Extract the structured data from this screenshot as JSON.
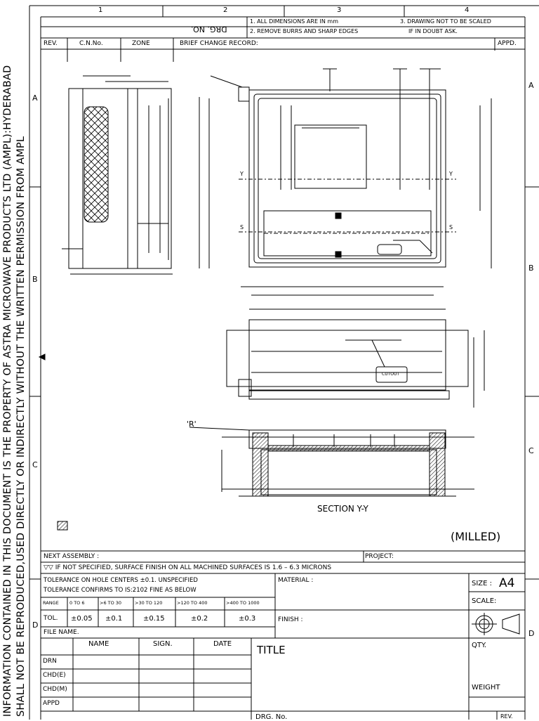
{
  "side_notice": {
    "line1": "INFORMATION CONTAINED IN THIS DOCUMENT IS THE PROPERTY OF ASTRA MICROWAVE PRODUCTS LTD (AMPL):HYDERABAD",
    "line2": "SHALL NOT BE REPRODUCED,USED DIRECTLY OR INDIRECTLY WITHOUT THE WRITTEN PERMISSION FROM AMPL"
  },
  "zones": {
    "columns": [
      "1",
      "2",
      "3",
      "4"
    ],
    "rows": [
      "A",
      "B",
      "C",
      "D"
    ]
  },
  "header": {
    "drg_no_inverted": "DRG. NO.",
    "note1": "1. ALL DIMENSIONS ARE IN mm",
    "note2": "2. REMOVE BURRS AND SHARP EDGES",
    "note3": "3. DRAWING NOT TO BE SCALED",
    "note3b": "IF IN DOUBT ASK.",
    "rev": "REV.",
    "cn_no": "C.N.No.",
    "zone": "ZONE",
    "brief_change": "BRIEF CHANGE RECORD:",
    "appd": "APPD."
  },
  "drawing": {
    "r_label": "'R'",
    "cutout_label": "CUTOUT",
    "section_label": "SECTION Y-Y",
    "milled_label": "(MILLED)",
    "y_marker": "Y",
    "s_marker": "S"
  },
  "title_block": {
    "next_assembly": "NEXT ASSEMBLY :",
    "project": "PROJECT:",
    "surface_note": "▽▽ IF NOT SPECIFIED, SURFACE FINISH ON ALL MACHINED SURFACES IS 1.6 – 6.3 MICRONS",
    "tol_line1": "TOLERANCE ON HOLE CENTERS ±0.1. UNSPECIFIED",
    "tol_line2": "TOLERANCE CONFIRMS TO IS:2102 FINE AS BELOW",
    "range_label": "RANGE",
    "ranges": [
      "0 TO 6",
      ">6 TO 30",
      ">30 TO 120",
      ">120 TO 400",
      ">400 TO 1000"
    ],
    "tol_label": "TOL.",
    "tols": [
      "±0.05",
      "±0.1",
      "±0.15",
      "±0.2",
      "±0.3"
    ],
    "material": "MATERIAL :",
    "finish": "FINISH :",
    "file_name": "FILE NAME.",
    "size_label": "SIZE :",
    "size_value": "A4",
    "scale": "SCALE:",
    "qty": "QTY.",
    "weight": "WEIGHT",
    "title": "TITLE",
    "drg_no": "DRG. No.",
    "rev": "REV.",
    "sign_headers": [
      "NAME",
      "SIGN.",
      "DATE"
    ],
    "sign_rows": [
      "DRN",
      "CHD(E)",
      "CHD(M)",
      "APPD"
    ]
  }
}
